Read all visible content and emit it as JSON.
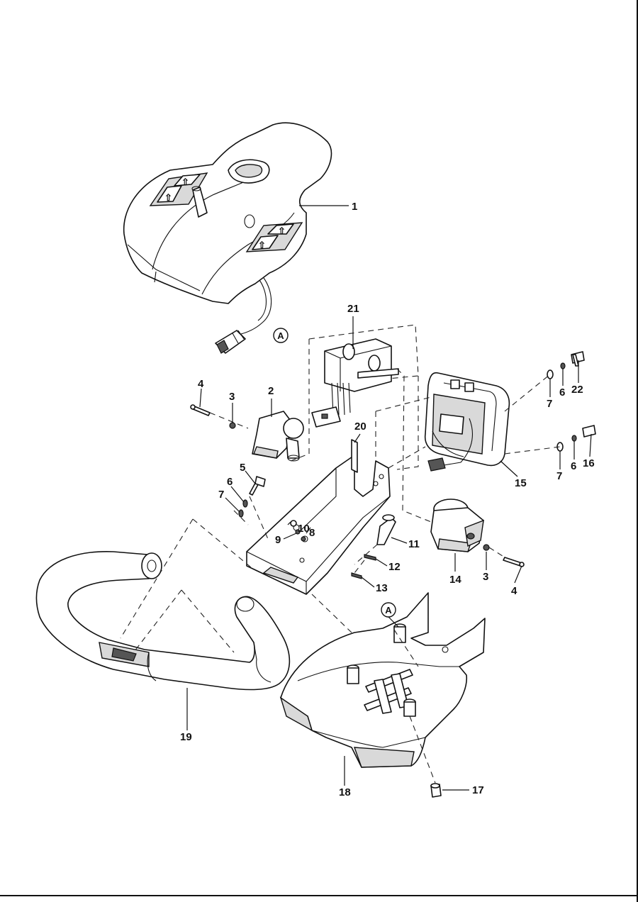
{
  "callouts": [
    {
      "id": "c1",
      "text": "1"
    },
    {
      "id": "c21",
      "text": "21"
    },
    {
      "id": "c2",
      "text": "2"
    },
    {
      "id": "c3a",
      "text": "3"
    },
    {
      "id": "c4a",
      "text": "4"
    },
    {
      "id": "c5",
      "text": "5"
    },
    {
      "id": "c6a",
      "text": "6"
    },
    {
      "id": "c7a",
      "text": "7"
    },
    {
      "id": "c8",
      "text": "8"
    },
    {
      "id": "c9",
      "text": "9"
    },
    {
      "id": "c10",
      "text": "10"
    },
    {
      "id": "c20",
      "text": "20"
    },
    {
      "id": "c11",
      "text": "11"
    },
    {
      "id": "c12",
      "text": "12"
    },
    {
      "id": "c13",
      "text": "13"
    },
    {
      "id": "c14",
      "text": "14"
    },
    {
      "id": "c3b",
      "text": "3"
    },
    {
      "id": "c4b",
      "text": "4"
    },
    {
      "id": "c15",
      "text": "15"
    },
    {
      "id": "c22",
      "text": "22"
    },
    {
      "id": "c6b",
      "text": "6"
    },
    {
      "id": "c7b",
      "text": "7"
    },
    {
      "id": "c16",
      "text": "16"
    },
    {
      "id": "c6c",
      "text": "6"
    },
    {
      "id": "c7c",
      "text": "7"
    },
    {
      "id": "c19",
      "text": "19"
    },
    {
      "id": "c18",
      "text": "18"
    },
    {
      "id": "c17",
      "text": "17"
    }
  ],
  "connectors": [
    {
      "id": "refA1",
      "text": "A"
    },
    {
      "id": "refA2",
      "text": "A"
    }
  ]
}
